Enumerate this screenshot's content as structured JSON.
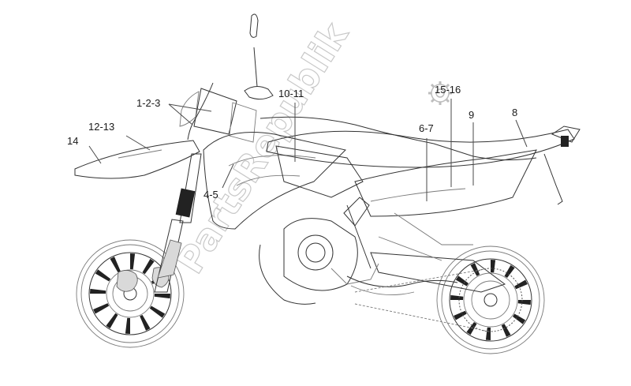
{
  "watermark": "PartsRepublik",
  "callouts": [
    {
      "id": "c1",
      "text": "1-2-3"
    },
    {
      "id": "c2",
      "text": "12-13"
    },
    {
      "id": "c3",
      "text": "14"
    },
    {
      "id": "c4",
      "text": "10-11"
    },
    {
      "id": "c5",
      "text": "15-16"
    },
    {
      "id": "c6",
      "text": "8"
    },
    {
      "id": "c7",
      "text": "9"
    },
    {
      "id": "c8",
      "text": "6-7"
    },
    {
      "id": "c9",
      "text": "4-5"
    }
  ]
}
